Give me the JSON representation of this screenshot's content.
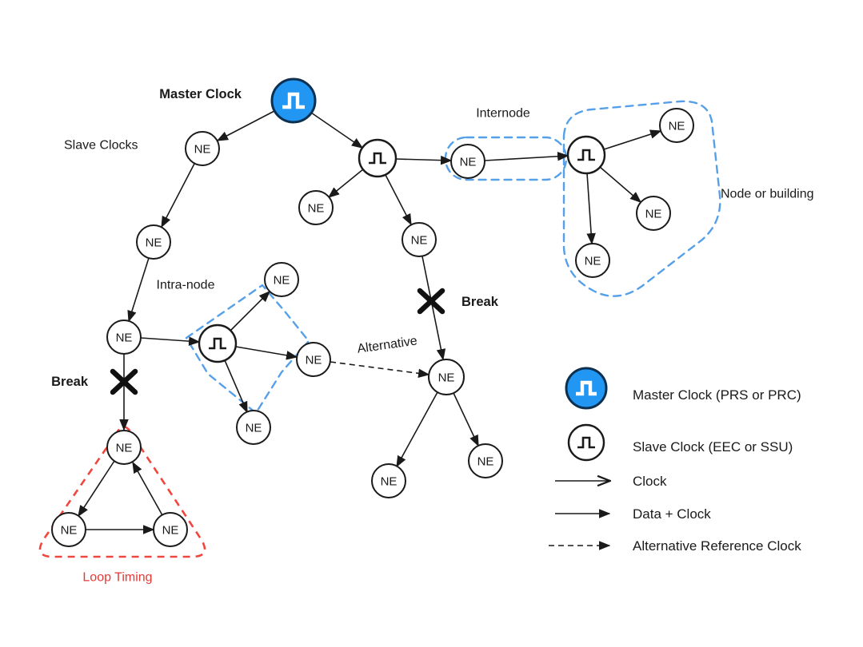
{
  "figure": {
    "ne_label": "NE",
    "annotations": {
      "master_clock": "Master Clock",
      "slave_clocks": "Slave Clocks",
      "internode": "Internode",
      "node_or_building": "Node or building",
      "intra_node": "Intra-node",
      "break_upper": "Break",
      "break_lower": "Break",
      "alternative": "Alternative",
      "loop_timing": "Loop Timing"
    },
    "legend": {
      "master_clock": "Master Clock (PRS or PRC)",
      "slave_clock": "Slave Clock (EEC or SSU)",
      "clock": "Clock",
      "data_clock": "Data + Clock",
      "alternative_reference": "Alternative Reference Clock"
    },
    "colors": {
      "master_fill": "#2196f3",
      "cluster_outline": "#55a0e8",
      "loop_outline": "#f2453d",
      "loop_text": "#e53935",
      "ink": "#1a1a1a"
    }
  }
}
